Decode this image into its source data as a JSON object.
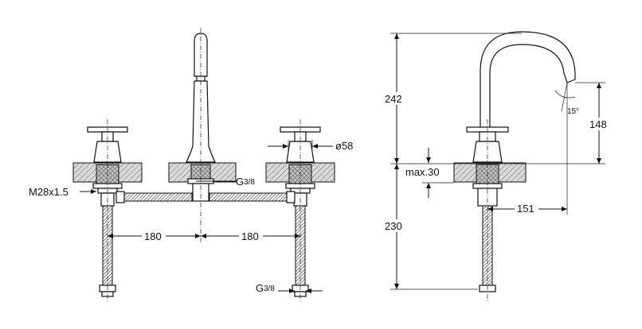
{
  "front_view": {
    "thread_spec": "M28x1.5",
    "connection_center": "G",
    "connection_center_fraction": "3/8",
    "connection_bottom": "G",
    "connection_bottom_fraction": "3/8",
    "spacing_left": "180",
    "spacing_right": "180",
    "handle_diameter": "ø58"
  },
  "side_view": {
    "total_height": "242",
    "below_counter": "230",
    "spout_height": "148",
    "max_counter_thickness": "max.30",
    "spout_reach": "151",
    "spout_angle": "15°"
  }
}
